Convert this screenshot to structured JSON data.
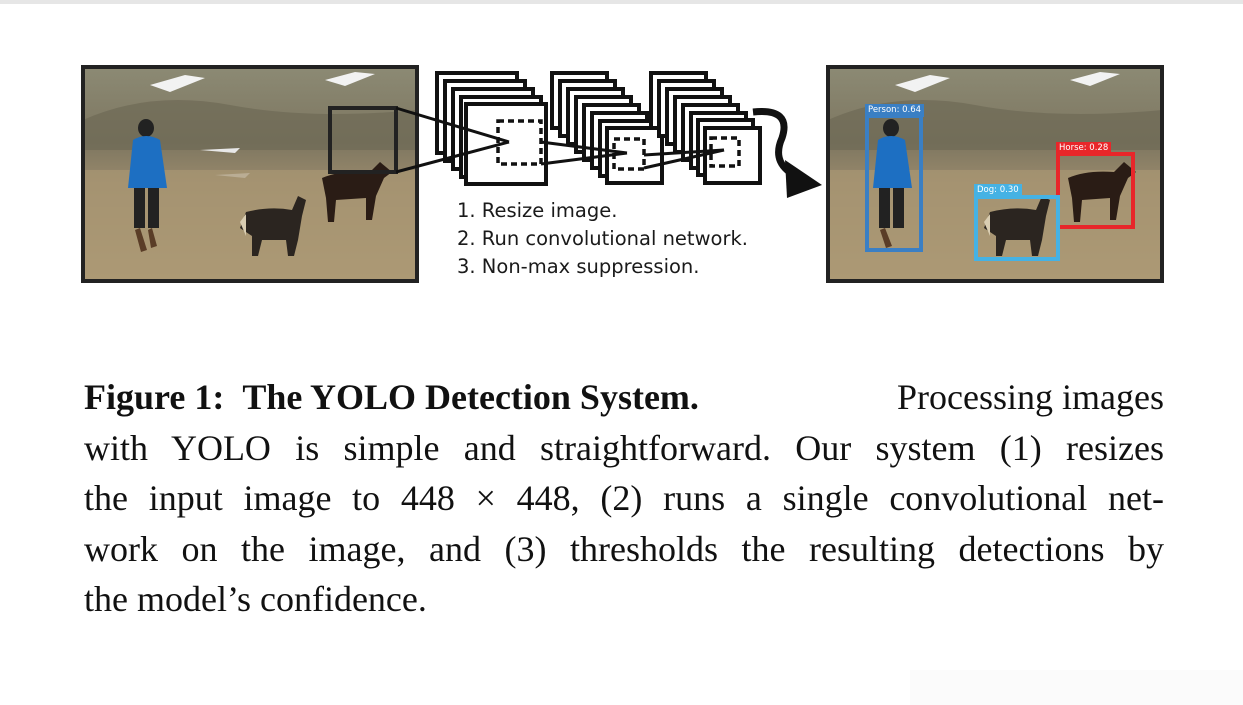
{
  "figure": {
    "steps": [
      "1. Resize image.",
      "2. Run convolutional network.",
      "3. Non-max suppression."
    ],
    "detections": [
      {
        "label": "Person: 0.64",
        "color": "#3a7fc4"
      },
      {
        "label": "Horse: 0.28",
        "color": "#e8262a"
      },
      {
        "label": "Dog: 0.30",
        "color": "#45b2e4"
      }
    ]
  },
  "caption": {
    "label": "Figure 1:",
    "title": "The YOLO Detection System.",
    "line1_rest": "Processing images",
    "line2": "with YOLO is simple and straightforward. Our system (1) resizes",
    "line3": "the input image to 448 × 448, (2) runs a single convolutional net-",
    "line4": "work on the image, and (3) thresholds the resulting detections by",
    "line5": "the model’s confidence."
  },
  "colors": {
    "person_box": "#3a7fc4",
    "horse_box": "#e8262a",
    "dog_box": "#45b2e4"
  }
}
